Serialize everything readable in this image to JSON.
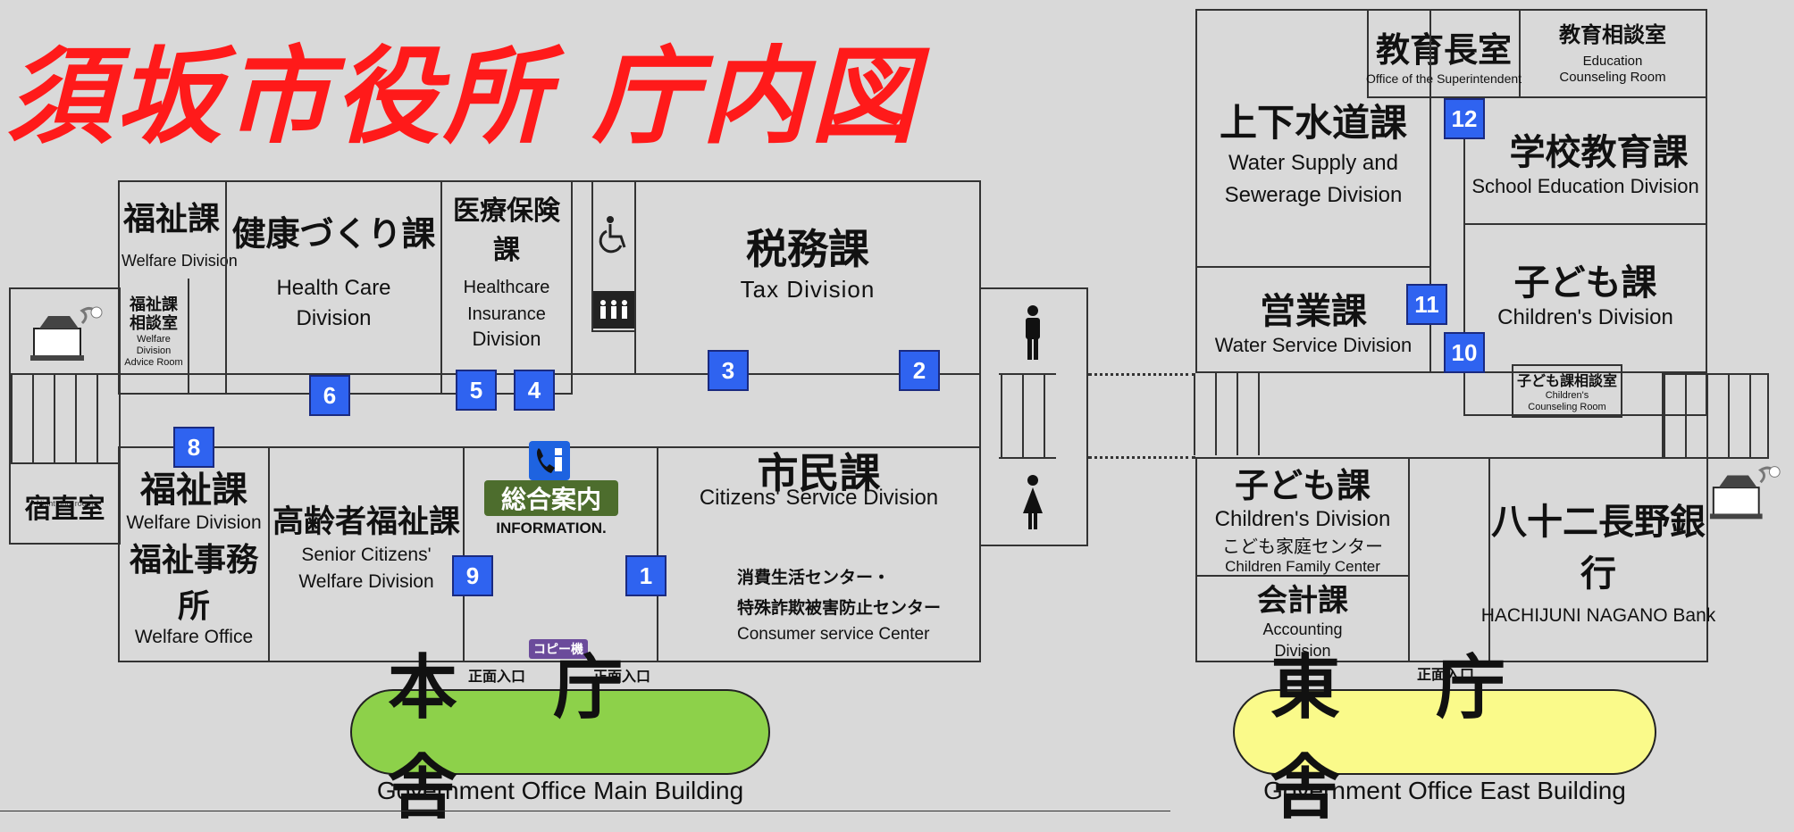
{
  "title": "須坂市役所 庁内図",
  "colors": {
    "title": "#ff1a1a",
    "marker": "#2f63f0",
    "main_label": "#8dd14a",
    "east_label": "#fafa8a",
    "info": "#4d6d2d",
    "copy": "#6b4b9b"
  },
  "main_building": {
    "name": "本 庁 舎",
    "name_en": "Government Office Main Building",
    "rooms": {
      "welfare_top": {
        "jp": "福祉課",
        "en": "Welfare Division"
      },
      "welfare_advice": {
        "jp": "福祉課\n相談室",
        "en": "Welfare Division\nAdvice Room"
      },
      "health": {
        "jp": "健康づくり課",
        "en": "Health Care\nDivision"
      },
      "insurance": {
        "jp": "医療保険課",
        "en1": "Healthcare\nInsurance",
        "en2": "Division"
      },
      "tax": {
        "jp": "税務課",
        "en": "Tax Division"
      },
      "night": {
        "jp": "宿直室",
        "en": "Night duty room"
      },
      "welfare_office": {
        "jp1": "福祉課",
        "en1": "Welfare Division",
        "jp2": "福祉事務所",
        "en2": "Welfare Office"
      },
      "senior": {
        "jp": "高齢者福祉課",
        "en": "Senior Citizens'\nWelfare Division"
      },
      "info": {
        "jp": "総合案内",
        "en": "INFORMATION."
      },
      "citizens": {
        "jp": "市民課",
        "en": "Citizens' Service Division"
      },
      "consumer": {
        "line1": "消費生活センター・",
        "line2": "特殊詐欺被害防止センター",
        "en": "Consumer service Center"
      },
      "copy": "コピー機",
      "entrance": "正面入口"
    },
    "markers": [
      "1",
      "2",
      "3",
      "4",
      "5",
      "6",
      "8",
      "9"
    ]
  },
  "east_building": {
    "name": "東 庁 舎",
    "name_en": "Government Office East Building",
    "rooms": {
      "superintendent": {
        "jp": "教育長室",
        "en": "Office of the Superintendent"
      },
      "edu_counsel": {
        "jp": "教育相談室",
        "en": "Education\nCounseling Room"
      },
      "water": {
        "jp": "上下水道課",
        "en": "Water Supply and\nSewerage Division"
      },
      "school": {
        "jp": "学校教育課",
        "en": "School Education Division"
      },
      "business": {
        "jp": "営業課",
        "en": "Water Service Division"
      },
      "children": {
        "jp": "子ども課",
        "en": "Children's Division"
      },
      "child_counsel": {
        "jp": "子ども課相談室",
        "en": "Children's\nCounseling Room"
      },
      "children2": {
        "jp": "子ども課",
        "en": "Children's Division",
        "sub_jp": "こども家庭センター",
        "sub_en": "Children Family Center"
      },
      "accounting": {
        "jp": "会計課",
        "en": "Accounting\nDivision"
      },
      "bank": {
        "jp": "八十二長野銀行",
        "en": "HACHIJUNI NAGANO Bank"
      },
      "entrance": "正面入口"
    },
    "markers": [
      "10",
      "11",
      "12"
    ]
  },
  "icons": [
    "wheelchair-icon",
    "elevator-icon",
    "mens-restroom-icon",
    "womens-restroom-icon",
    "telephone-icon",
    "smoking-area-icon"
  ]
}
